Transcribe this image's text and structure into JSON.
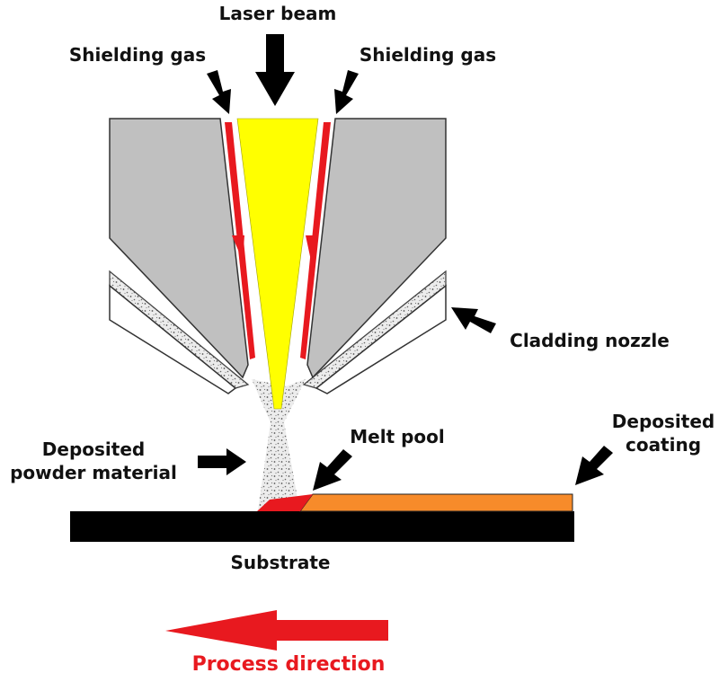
{
  "labels": {
    "laser_beam": "Laser beam",
    "shielding_gas_left": "Shielding gas",
    "shielding_gas_right": "Shielding gas",
    "cladding_nozzle": "Cladding nozzle",
    "deposited_powder_line1": "Deposited",
    "deposited_powder_line2": "powder material",
    "melt_pool": "Melt pool",
    "deposited_coating_line1": "Deposited",
    "deposited_coating_line2": "coating",
    "substrate": "Substrate",
    "process_direction": "Process direction"
  },
  "colors": {
    "nozzle": "#c0c0c0",
    "laser": "#ffff00",
    "gas_flow": "#e8191f",
    "melt_pool": "#e8191f",
    "coating": "#f78b2a",
    "substrate": "#000000",
    "powder": "#e6e6e6",
    "arrow": "#000000",
    "direction_arrow": "#e8191f"
  }
}
